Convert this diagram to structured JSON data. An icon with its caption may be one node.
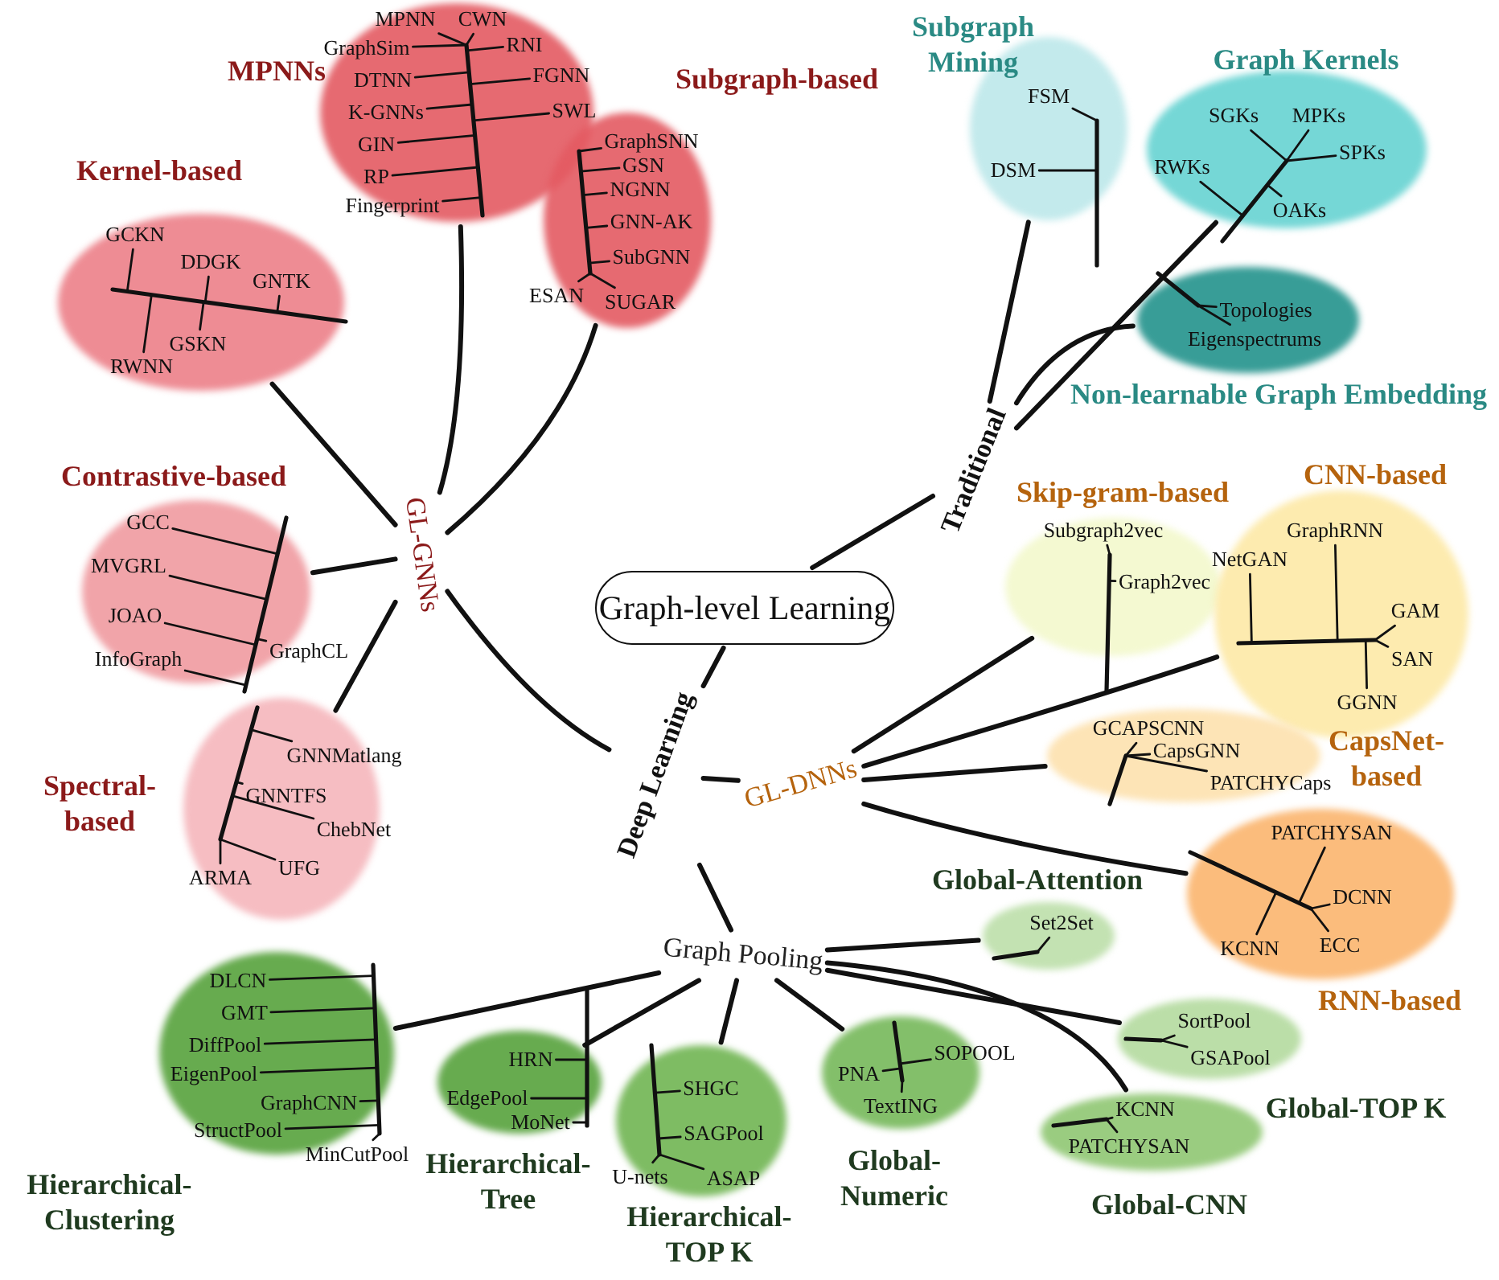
{
  "diagram": {
    "nodes": [
      {
        "text": [
          "Graph-level Learning"
        ]
      },
      {
        "text": [
          "Traditional"
        ]
      },
      {
        "text": [
          "Deep Learning"
        ]
      },
      {
        "text": [
          "GL-GNNs"
        ]
      },
      {
        "text": [
          "GL-DNNs"
        ]
      },
      {
        "text": [
          "Graph Pooling"
        ]
      },
      {
        "text": [
          "MPNNs"
        ]
      },
      {
        "text": [
          "MPNN"
        ],
        "in": 6
      },
      {
        "text": [
          "CWN"
        ],
        "in": 6
      },
      {
        "text": [
          "RNI"
        ],
        "in": 6
      },
      {
        "text": [
          "GraphSim"
        ],
        "in": 6
      },
      {
        "text": [
          "FGNN"
        ],
        "in": 6
      },
      {
        "text": [
          "DTNN"
        ],
        "in": 6
      },
      {
        "text": [
          "SWL"
        ],
        "in": 6
      },
      {
        "text": [
          "K-GNNs"
        ],
        "in": 6
      },
      {
        "text": [
          "GIN"
        ],
        "in": 6
      },
      {
        "text": [
          "RP"
        ],
        "in": 6
      },
      {
        "text": [
          "Fingerprint"
        ],
        "in": 6
      },
      {
        "text": [
          "Subgraph-based"
        ]
      },
      {
        "text": [
          "GraphSNN"
        ],
        "in": 18
      },
      {
        "text": [
          "GSN"
        ],
        "in": 18
      },
      {
        "text": [
          "NGNN"
        ],
        "in": 18
      },
      {
        "text": [
          "GNN-AK"
        ],
        "in": 18
      },
      {
        "text": [
          "SubGNN"
        ],
        "in": 18
      },
      {
        "text": [
          "ESAN"
        ],
        "in": 18
      },
      {
        "text": [
          "SUGAR"
        ],
        "in": 18
      },
      {
        "text": [
          "Kernel-based"
        ]
      },
      {
        "text": [
          "GCKN"
        ],
        "in": 26
      },
      {
        "text": [
          "DDGK"
        ],
        "in": 26
      },
      {
        "text": [
          "GNTK"
        ],
        "in": 26
      },
      {
        "text": [
          "GSKN"
        ],
        "in": 26
      },
      {
        "text": [
          "RWNN"
        ],
        "in": 26
      },
      {
        "text": [
          "Contrastive-based"
        ]
      },
      {
        "text": [
          "GCC"
        ],
        "in": 32
      },
      {
        "text": [
          "MVGRL"
        ],
        "in": 32
      },
      {
        "text": [
          "JOAO"
        ],
        "in": 32
      },
      {
        "text": [
          "InfoGraph"
        ],
        "in": 32
      },
      {
        "text": [
          "GraphCL"
        ],
        "in": 32
      },
      {
        "text": [
          "Spectral- based"
        ]
      },
      {
        "text": [
          "GNNMatlang"
        ],
        "in": 38
      },
      {
        "text": [
          "GNNTFS"
        ],
        "in": 38
      },
      {
        "text": [
          "ChebNet"
        ],
        "in": 38
      },
      {
        "text": [
          "UFG"
        ],
        "in": 38
      },
      {
        "text": [
          "ARMA"
        ],
        "in": 38
      },
      {
        "text": [
          "Hierarchical- Clustering"
        ]
      },
      {
        "text": [
          "DLCN"
        ],
        "in": 44
      },
      {
        "text": [
          "GMT"
        ],
        "in": 44
      },
      {
        "text": [
          "DiffPool"
        ],
        "in": 44
      },
      {
        "text": [
          "EigenPool"
        ],
        "in": 44
      },
      {
        "text": [
          "GraphCNN"
        ],
        "in": 44
      },
      {
        "text": [
          "StructPool"
        ],
        "in": 44
      },
      {
        "text": [
          "MinCutPool"
        ],
        "in": 44
      },
      {
        "text": [
          "Hierarchical- Tree"
        ]
      },
      {
        "text": [
          "HRN"
        ],
        "in": 52
      },
      {
        "text": [
          "EdgePool"
        ],
        "in": 52
      },
      {
        "text": [
          "MoNet"
        ],
        "in": 52
      },
      {
        "text": [
          "Hierarchical- TOP K"
        ]
      },
      {
        "text": [
          "SHGC"
        ],
        "in": 56
      },
      {
        "text": [
          "SAGPool"
        ],
        "in": 56
      },
      {
        "text": [
          "U-nets"
        ],
        "in": 56
      },
      {
        "text": [
          "ASAP"
        ],
        "in": 56
      },
      {
        "text": [
          "Global- Numeric"
        ]
      },
      {
        "text": [
          "SOPOOL"
        ],
        "in": 61
      },
      {
        "text": [
          "PNA"
        ],
        "in": 61
      },
      {
        "text": [
          "TextING"
        ],
        "in": 61
      },
      {
        "text": [
          "Global-Attention"
        ]
      },
      {
        "text": [
          "Set2Set"
        ],
        "in": 65
      },
      {
        "text": [
          "Global-TOP K"
        ]
      },
      {
        "text": [
          "SortPool"
        ],
        "in": 67
      },
      {
        "text": [
          "GSAPool"
        ],
        "in": 67
      },
      {
        "text": [
          "Global-CNN"
        ]
      },
      {
        "text": [
          "KCNN"
        ],
        "in": 70
      },
      {
        "text": [
          "PATCHYSAN"
        ],
        "in": 70
      },
      {
        "text": [
          "Skip-gram-based"
        ]
      },
      {
        "text": [
          "Subgraph2vec"
        ],
        "in": 73
      },
      {
        "text": [
          "Graph2vec"
        ],
        "in": 73
      },
      {
        "text": [
          "CNN-based"
        ]
      },
      {
        "text": [
          "GraphRNN"
        ],
        "in": 76
      },
      {
        "text": [
          "NetGAN"
        ],
        "in": 76
      },
      {
        "text": [
          "GAM"
        ],
        "in": 76
      },
      {
        "text": [
          "SAN"
        ],
        "in": 76
      },
      {
        "text": [
          "GGNN"
        ],
        "in": 76
      },
      {
        "text": [
          "CapsNet- based"
        ]
      },
      {
        "text": [
          "GCAPSCNN"
        ],
        "in": 82
      },
      {
        "text": [
          "CapsGNN"
        ],
        "in": 82
      },
      {
        "text": [
          "PATCHYCaps"
        ],
        "in": 82
      },
      {
        "text": [
          "RNN-based"
        ]
      },
      {
        "text": [
          "PATCHYSAN"
        ],
        "in": 86
      },
      {
        "text": [
          "DCNN"
        ],
        "in": 86
      },
      {
        "text": [
          "ECC"
        ],
        "in": 86
      },
      {
        "text": [
          "KCNN"
        ],
        "in": 86
      },
      {
        "text": [
          "Subgraph Mining"
        ]
      },
      {
        "text": [
          "FSM"
        ],
        "in": 91
      },
      {
        "text": [
          "DSM"
        ],
        "in": 91
      },
      {
        "text": [
          "Graph Kernels"
        ]
      },
      {
        "text": [
          "SGKs"
        ],
        "in": 94
      },
      {
        "text": [
          "MPKs"
        ],
        "in": 94
      },
      {
        "text": [
          "SPKs"
        ],
        "in": 94
      },
      {
        "text": [
          "RWKs"
        ],
        "in": 94
      },
      {
        "text": [
          "OAKs"
        ],
        "in": 94
      },
      {
        "text": [
          "Non-learnable Graph Embedding"
        ]
      },
      {
        "text": [
          "Topologies"
        ],
        "in": 100
      },
      {
        "text": [
          "Eigenspectrums"
        ],
        "in": 100
      },
      {
        "text": [],
        "shape": "bar",
        "in": 6
      },
      {
        "text": [],
        "shape": "bar",
        "in": 18
      },
      {
        "text": [],
        "shape": "bar",
        "in": 26
      },
      {
        "text": [],
        "shape": "bar",
        "in": 32
      },
      {
        "text": [],
        "shape": "bar",
        "in": 38
      },
      {
        "text": [],
        "shape": "bar",
        "in": 44
      },
      {
        "text": [],
        "shape": "bar",
        "in": 52
      },
      {
        "text": [],
        "shape": "bar",
        "in": 56
      },
      {
        "text": [],
        "shape": "bar",
        "in": 61
      },
      {
        "text": [],
        "shape": "bar",
        "in": 65
      },
      {
        "text": [],
        "shape": "bar",
        "in": 67
      },
      {
        "text": [],
        "shape": "bar",
        "in": 70
      },
      {
        "text": [],
        "shape": "bar",
        "in": 73
      },
      {
        "text": [],
        "shape": "bar",
        "in": 76
      },
      {
        "text": [],
        "shape": "bar",
        "in": 82
      },
      {
        "text": [],
        "shape": "bar",
        "in": 86
      },
      {
        "text": [],
        "shape": "bar",
        "in": 91
      },
      {
        "text": [],
        "shape": "bar",
        "in": 94
      },
      {
        "text": [],
        "shape": "bar",
        "in": 100
      }
    ],
    "edges": [
      {
        "from": 0,
        "to": 1,
        "arrow": "none",
        "style": "thick"
      },
      {
        "from": 0,
        "to": 2,
        "arrow": "none",
        "style": "thick"
      },
      {
        "from": 2,
        "to": 3,
        "arrow": "none",
        "style": "thick"
      },
      {
        "from": 2,
        "to": 4,
        "arrow": "none",
        "style": "thick"
      },
      {
        "from": 2,
        "to": 5,
        "arrow": "none",
        "style": "thick"
      },
      {
        "from": 3,
        "to": 6,
        "arrow": "none",
        "style": "thick"
      },
      {
        "from": 3,
        "to": 18,
        "arrow": "none",
        "style": "thick"
      },
      {
        "from": 3,
        "to": 26,
        "arrow": "none",
        "style": "thick"
      },
      {
        "from": 3,
        "to": 32,
        "arrow": "none",
        "style": "thick"
      },
      {
        "from": 3,
        "to": 38,
        "arrow": "none",
        "style": "thick"
      },
      {
        "from": 5,
        "to": 44,
        "arrow": "none",
        "style": "thick"
      },
      {
        "from": 5,
        "to": 52,
        "arrow": "none",
        "style": "thick"
      },
      {
        "from": 5,
        "to": 56,
        "arrow": "none",
        "style": "thick"
      },
      {
        "from": 5,
        "to": 61,
        "arrow": "none",
        "style": "thick"
      },
      {
        "from": 5,
        "to": 65,
        "arrow": "none",
        "style": "thick"
      },
      {
        "from": 5,
        "to": 67,
        "arrow": "none",
        "style": "thick"
      },
      {
        "from": 5,
        "to": 70,
        "arrow": "none",
        "style": "thick"
      },
      {
        "from": 4,
        "to": 73,
        "arrow": "none",
        "style": "thick"
      },
      {
        "from": 4,
        "to": 76,
        "arrow": "none",
        "style": "thick"
      },
      {
        "from": 4,
        "to": 82,
        "arrow": "none",
        "style": "thick"
      },
      {
        "from": 4,
        "to": 86,
        "arrow": "none",
        "style": "thick"
      },
      {
        "from": 1,
        "to": 91,
        "arrow": "none",
        "style": "thick"
      },
      {
        "from": 1,
        "to": 94,
        "arrow": "none",
        "style": "thick"
      },
      {
        "from": 1,
        "to": 100,
        "arrow": "none",
        "style": "thick"
      },
      {
        "from": 103,
        "to": 7,
        "arrow": "none"
      },
      {
        "from": 103,
        "to": 8,
        "arrow": "none"
      },
      {
        "from": 103,
        "to": 9,
        "arrow": "none"
      },
      {
        "from": 103,
        "to": 10,
        "arrow": "none"
      },
      {
        "from": 103,
        "to": 11,
        "arrow": "none"
      },
      {
        "from": 103,
        "to": 12,
        "arrow": "none"
      },
      {
        "from": 103,
        "to": 13,
        "arrow": "none"
      },
      {
        "from": 103,
        "to": 14,
        "arrow": "none"
      },
      {
        "from": 103,
        "to": 15,
        "arrow": "none"
      },
      {
        "from": 103,
        "to": 16,
        "arrow": "none"
      },
      {
        "from": 103,
        "to": 17,
        "arrow": "none"
      },
      {
        "from": 104,
        "to": 19,
        "arrow": "none"
      },
      {
        "from": 104,
        "to": 20,
        "arrow": "none"
      },
      {
        "from": 104,
        "to": 21,
        "arrow": "none"
      },
      {
        "from": 104,
        "to": 22,
        "arrow": "none"
      },
      {
        "from": 104,
        "to": 23,
        "arrow": "none"
      },
      {
        "from": 104,
        "to": 24,
        "arrow": "none"
      },
      {
        "from": 104,
        "to": 25,
        "arrow": "none"
      },
      {
        "from": 105,
        "to": 27,
        "arrow": "none"
      },
      {
        "from": 105,
        "to": 28,
        "arrow": "none"
      },
      {
        "from": 105,
        "to": 29,
        "arrow": "none"
      },
      {
        "from": 105,
        "to": 30,
        "arrow": "none"
      },
      {
        "from": 105,
        "to": 31,
        "arrow": "none"
      },
      {
        "from": 106,
        "to": 33,
        "arrow": "none"
      },
      {
        "from": 106,
        "to": 34,
        "arrow": "none"
      },
      {
        "from": 106,
        "to": 35,
        "arrow": "none"
      },
      {
        "from": 106,
        "to": 36,
        "arrow": "none"
      },
      {
        "from": 106,
        "to": 37,
        "arrow": "none"
      },
      {
        "from": 107,
        "to": 39,
        "arrow": "none"
      },
      {
        "from": 107,
        "to": 40,
        "arrow": "none"
      },
      {
        "from": 107,
        "to": 41,
        "arrow": "none"
      },
      {
        "from": 107,
        "to": 42,
        "arrow": "none"
      },
      {
        "from": 107,
        "to": 43,
        "arrow": "none"
      },
      {
        "from": 108,
        "to": 45,
        "arrow": "none"
      },
      {
        "from": 108,
        "to": 46,
        "arrow": "none"
      },
      {
        "from": 108,
        "to": 47,
        "arrow": "none"
      },
      {
        "from": 108,
        "to": 48,
        "arrow": "none"
      },
      {
        "from": 108,
        "to": 49,
        "arrow": "none"
      },
      {
        "from": 108,
        "to": 50,
        "arrow": "none"
      },
      {
        "from": 108,
        "to": 51,
        "arrow": "none"
      },
      {
        "from": 109,
        "to": 53,
        "arrow": "none"
      },
      {
        "from": 109,
        "to": 54,
        "arrow": "none"
      },
      {
        "from": 109,
        "to": 55,
        "arrow": "none"
      },
      {
        "from": 110,
        "to": 57,
        "arrow": "none"
      },
      {
        "from": 110,
        "to": 58,
        "arrow": "none"
      },
      {
        "from": 110,
        "to": 59,
        "arrow": "none"
      },
      {
        "from": 110,
        "to": 60,
        "arrow": "none"
      },
      {
        "from": 111,
        "to": 62,
        "arrow": "none"
      },
      {
        "from": 111,
        "to": 63,
        "arrow": "none"
      },
      {
        "from": 111,
        "to": 64,
        "arrow": "none"
      },
      {
        "from": 112,
        "to": 66,
        "arrow": "none"
      },
      {
        "from": 113,
        "to": 68,
        "arrow": "none"
      },
      {
        "from": 113,
        "to": 69,
        "arrow": "none"
      },
      {
        "from": 114,
        "to": 71,
        "arrow": "none"
      },
      {
        "from": 114,
        "to": 72,
        "arrow": "none"
      },
      {
        "from": 115,
        "to": 74,
        "arrow": "none"
      },
      {
        "from": 115,
        "to": 75,
        "arrow": "none"
      },
      {
        "from": 116,
        "to": 77,
        "arrow": "none"
      },
      {
        "from": 116,
        "to": 78,
        "arrow": "none"
      },
      {
        "from": 116,
        "to": 79,
        "arrow": "none"
      },
      {
        "from": 116,
        "to": 80,
        "arrow": "none"
      },
      {
        "from": 116,
        "to": 81,
        "arrow": "none"
      },
      {
        "from": 117,
        "to": 83,
        "arrow": "none"
      },
      {
        "from": 117,
        "to": 84,
        "arrow": "none"
      },
      {
        "from": 117,
        "to": 85,
        "arrow": "none"
      },
      {
        "from": 118,
        "to": 87,
        "arrow": "none"
      },
      {
        "from": 118,
        "to": 88,
        "arrow": "none"
      },
      {
        "from": 118,
        "to": 89,
        "arrow": "none"
      },
      {
        "from": 118,
        "to": 90,
        "arrow": "none"
      },
      {
        "from": 119,
        "to": 92,
        "arrow": "none"
      },
      {
        "from": 119,
        "to": 93,
        "arrow": "none"
      },
      {
        "from": 120,
        "to": 95,
        "arrow": "none"
      },
      {
        "from": 120,
        "to": 96,
        "arrow": "none"
      },
      {
        "from": 120,
        "to": 97,
        "arrow": "none"
      },
      {
        "from": 120,
        "to": 98,
        "arrow": "none"
      },
      {
        "from": 120,
        "to": 99,
        "arrow": "none"
      },
      {
        "from": 121,
        "to": 101,
        "arrow": "none"
      },
      {
        "from": 121,
        "to": 102,
        "arrow": "none"
      }
    ]
  }
}
